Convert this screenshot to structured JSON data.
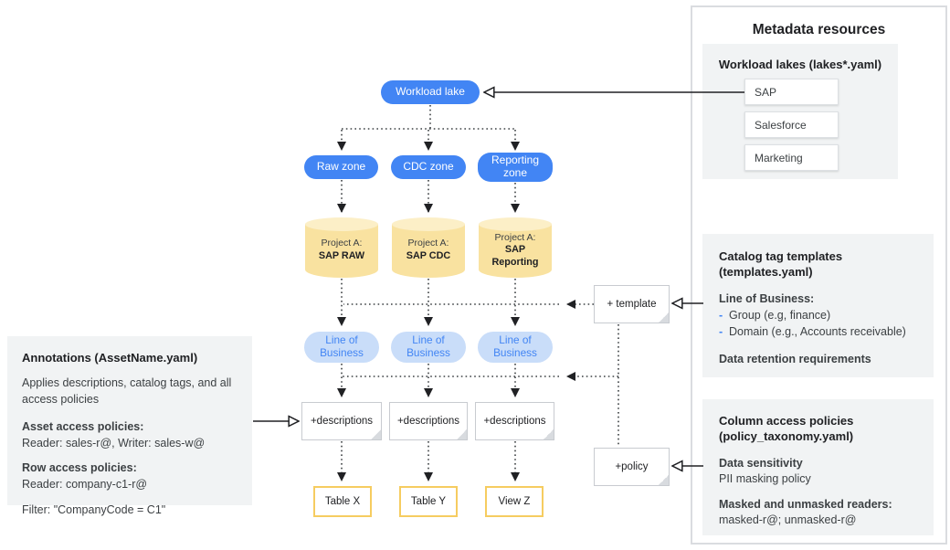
{
  "colors": {
    "accent_blue": "#4285F4",
    "pill_light_blue": "#C9DDF9",
    "cylinder_fill": "#F9E2A0",
    "cylinder_top": "#FCEFC7",
    "gold_border": "#F6CC60",
    "panel_gray": "#F1F3F4"
  },
  "diagram": {
    "workload_lake": "Workload lake",
    "zones": [
      "Raw zone",
      "CDC zone",
      "Reporting zone"
    ],
    "projects": [
      {
        "prefix": "Project A:",
        "name": "SAP RAW"
      },
      {
        "prefix": "Project A:",
        "name": "SAP CDC"
      },
      {
        "prefix": "Project A:",
        "name": "SAP Reporting"
      }
    ],
    "lob": [
      "Line of Business",
      "Line of Business",
      "Line of Business"
    ],
    "descriptions": [
      "+descriptions",
      "+descriptions",
      "+descriptions"
    ],
    "outputs": [
      "Table X",
      "Table Y",
      "View Z"
    ],
    "template_note": "+ template",
    "policy_note": "+policy"
  },
  "annotations_panel": {
    "title": "Annotations (AssetName.yaml)",
    "body": "Applies descriptions, catalog tags, and all access policies",
    "asset_label": "Asset access policies:",
    "asset_value": "Reader: sales-r@, Writer: sales-w@",
    "row_label": "Row access policies:",
    "row_value": "Reader: company-c1-r@",
    "filter": "Filter: \"CompanyCode = C1\""
  },
  "metadata_panel": {
    "title": "Metadata resources",
    "lakes": {
      "title": "Workload lakes (lakes*.yaml)",
      "items": [
        "SAP",
        "Salesforce",
        "Marketing"
      ]
    },
    "templates": {
      "title_line1": "Catalog tag templates",
      "title_line2": "(templates.yaml)",
      "lob_label": "Line of Business:",
      "bullet": "-",
      "items": [
        "Group (e.g, finance)",
        "Domain (e.g., Accounts receivable)"
      ],
      "retention": "Data retention requirements"
    },
    "policies": {
      "title_line1": "Column access policies",
      "title_line2": "(policy_taxonomy.yaml)",
      "sensitivity_label": "Data sensitivity",
      "sensitivity_value": "PII masking policy",
      "readers_label": "Masked and unmasked readers:",
      "readers_value": "masked-r@; unmasked-r@"
    }
  }
}
